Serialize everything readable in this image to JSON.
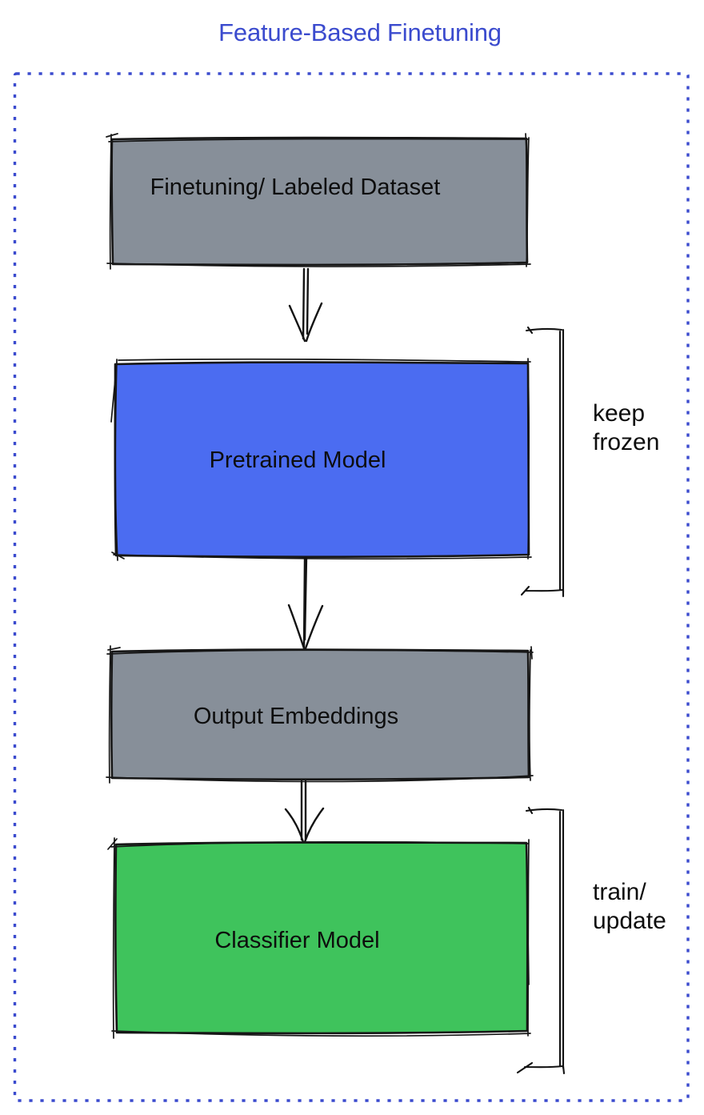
{
  "title": {
    "text": "Feature-Based Finetuning"
  },
  "colors": {
    "title": "#3b4bce",
    "frame": "#3b4bce",
    "sketch_stroke": "#161616",
    "box_gray": "#878f99",
    "box_blue": "#4b6cf1",
    "box_green": "#3fc35c",
    "label_text": "#0d0d0d"
  },
  "diagram": {
    "boxes": [
      {
        "id": "finetuning-labeled-dataset",
        "label": "Finetuning/ Labeled Dataset",
        "fill": "#878f99"
      },
      {
        "id": "pretrained-model",
        "label": "Pretrained Model",
        "fill": "#4b6cf1"
      },
      {
        "id": "output-embeddings",
        "label": "Output Embeddings",
        "fill": "#878f99"
      },
      {
        "id": "classifier-model",
        "label": "Classifier Model",
        "fill": "#3fc35c"
      }
    ],
    "side_labels": {
      "keep_frozen": {
        "line1": "keep",
        "line2": "frozen",
        "target": "pretrained-model"
      },
      "train_update": {
        "line1": "train/",
        "line2": "update",
        "target": "classifier-model"
      }
    },
    "arrows": [
      {
        "from": "finetuning-labeled-dataset",
        "to": "pretrained-model"
      },
      {
        "from": "pretrained-model",
        "to": "output-embeddings"
      },
      {
        "from": "output-embeddings",
        "to": "classifier-model"
      }
    ]
  }
}
